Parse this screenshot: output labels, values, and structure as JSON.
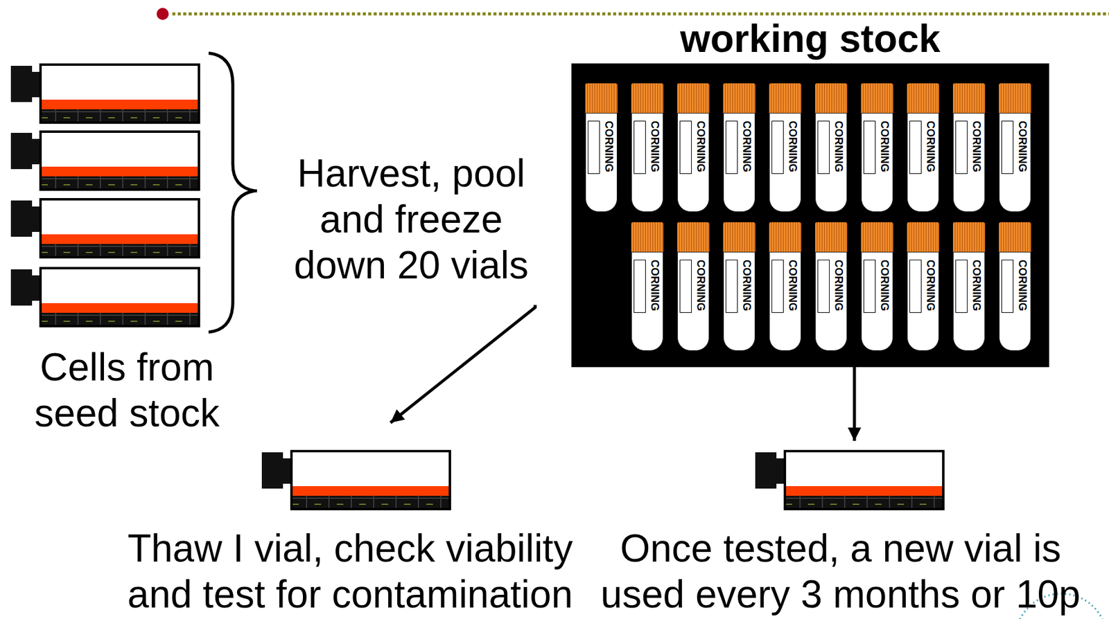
{
  "diagram": {
    "nodes": [
      {
        "text": [
          "Cells from seed stock"
        ]
      },
      {
        "text": [
          "working stock"
        ]
      },
      {
        "text": [
          "CORNING"
        ],
        "in": 1
      },
      {
        "text": [
          "CORNING"
        ],
        "in": 1
      },
      {
        "text": [
          "CORNING"
        ],
        "in": 1
      },
      {
        "text": [
          "CORNING"
        ],
        "in": 1
      },
      {
        "text": [
          "CORNING"
        ],
        "in": 1
      },
      {
        "text": [
          "CORNING"
        ],
        "in": 1
      },
      {
        "text": [
          "CORNING"
        ],
        "in": 1
      },
      {
        "text": [
          "CORNING"
        ],
        "in": 1
      },
      {
        "text": [
          "CORNING"
        ],
        "in": 1
      },
      {
        "text": [
          "CORNING"
        ],
        "in": 1
      },
      {
        "text": [
          "CORNING"
        ],
        "in": 1
      },
      {
        "text": [
          "CORNING"
        ],
        "in": 1
      },
      {
        "text": [
          "CORNING"
        ],
        "in": 1
      },
      {
        "text": [
          "CORNING"
        ],
        "in": 1
      },
      {
        "text": [
          "CORNING"
        ],
        "in": 1
      },
      {
        "text": [
          "CORNING"
        ],
        "in": 1
      },
      {
        "text": [
          "CORNING"
        ],
        "in": 1
      },
      {
        "text": [
          "CORNING"
        ],
        "in": 1
      },
      {
        "text": [
          "CORNING"
        ],
        "in": 1
      },
      {
        "text": [
          "Thaw I vial, check viability and test for contamination"
        ]
      },
      {
        "text": [
          "Once tested, a new vial is used every 3 months or 10p"
        ]
      }
    ],
    "edges": [
      {
        "from": 0,
        "to": 21,
        "label": "Harvest, pool and freeze down 20 vials",
        "arrow": "to"
      },
      {
        "from": 1,
        "to": 22,
        "arrow": "to"
      }
    ]
  }
}
